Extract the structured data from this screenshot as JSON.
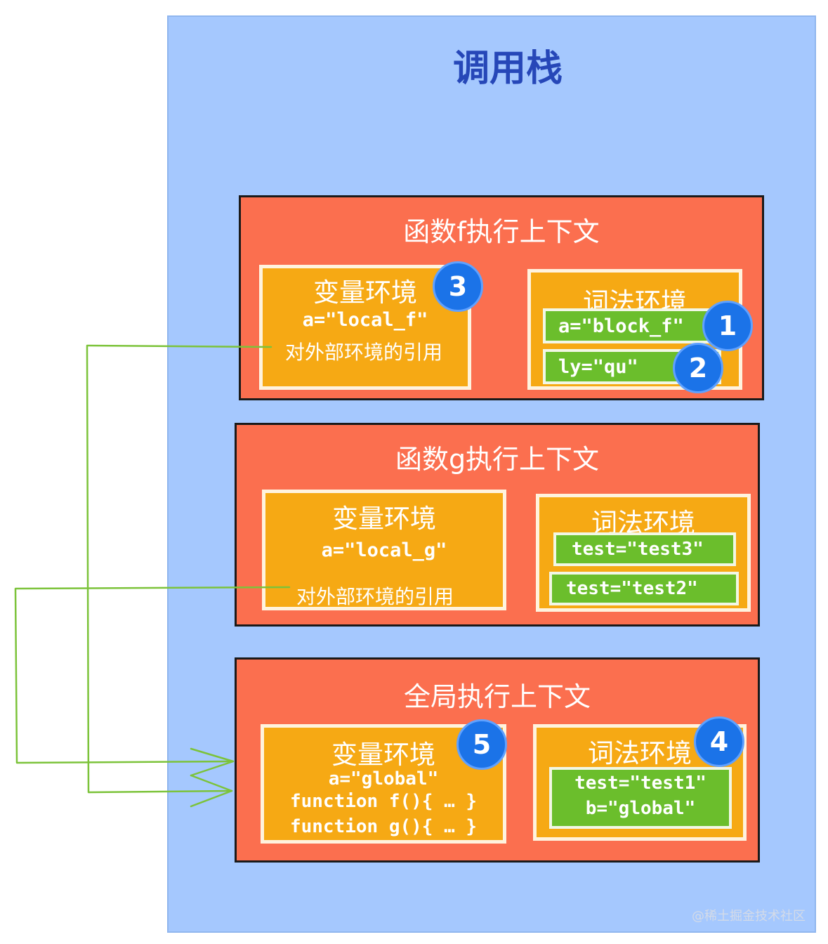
{
  "stack_title": "调用栈",
  "contexts": {
    "f": {
      "title": "函数f执行上下文",
      "variable_env": {
        "title": "变量环境",
        "values": [
          "a=\"local_f\""
        ],
        "outer_ref": "对外部环境的引用"
      },
      "lexical_env": {
        "title": "词法环境",
        "blocks": [
          "a=\"block_f\"",
          "ly=\"qu\""
        ]
      }
    },
    "g": {
      "title": "函数g执行上下文",
      "variable_env": {
        "title": "变量环境",
        "values": [
          "a=\"local_g\""
        ],
        "outer_ref": "对外部环境的引用"
      },
      "lexical_env": {
        "title": "词法环境",
        "blocks": [
          "test=\"test3\"",
          "test=\"test2\""
        ]
      }
    },
    "global": {
      "title": "全局执行上下文",
      "variable_env": {
        "title": "变量环境",
        "values": [
          "a=\"global\"",
          "function f(){ … }",
          "function g(){ … }"
        ]
      },
      "lexical_env": {
        "title": "词法环境",
        "block_lines": [
          "test=\"test1\"",
          "b=\"global\""
        ]
      }
    }
  },
  "badges": [
    "1",
    "2",
    "3",
    "4",
    "5"
  ],
  "colors": {
    "call_stack": "#a5c8fe",
    "context": "#fb6f4f",
    "environment": "#f6a914",
    "block": "#6bbe2c",
    "badge": "#1b73e8",
    "arrow": "#7cc33a"
  },
  "watermark": "@稀土掘金技术社区"
}
